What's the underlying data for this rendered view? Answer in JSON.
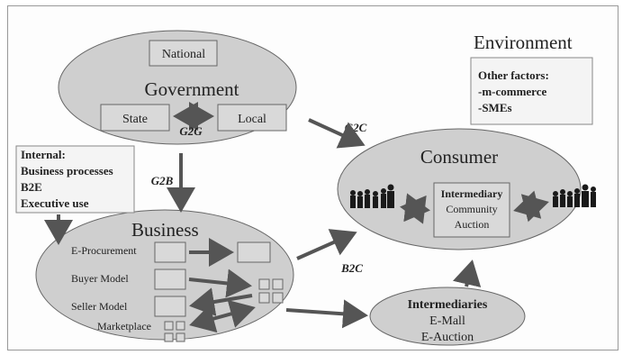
{
  "environment": {
    "title": "Environment",
    "factors_heading": "Other factors:",
    "factors": [
      "-m-commerce",
      "-SMEs"
    ]
  },
  "government": {
    "title": "Government",
    "national": "National",
    "state": "State",
    "local": "Local",
    "g2g": "G2G"
  },
  "internal": {
    "heading": "Internal:",
    "items": [
      "Business processes",
      "B2E",
      "Executive use"
    ]
  },
  "business": {
    "title": "Business",
    "models": [
      "E-Procurement",
      "Buyer Model",
      "Seller Model",
      "Marketplace"
    ]
  },
  "consumer": {
    "title": "Consumer",
    "intermediary": [
      "Intermediary",
      "Community",
      "Auction"
    ]
  },
  "intermediaries": {
    "title": "Intermediaries",
    "items": [
      "E-Mall",
      "E-Auction"
    ]
  },
  "relations": {
    "g2c": "G2C",
    "g2b": "G2B",
    "b2c": "B2C"
  },
  "colors": {
    "ellipse_fill": "#cfcfcf",
    "box_fill": "#d9d9d9",
    "arrow": "#555555"
  }
}
